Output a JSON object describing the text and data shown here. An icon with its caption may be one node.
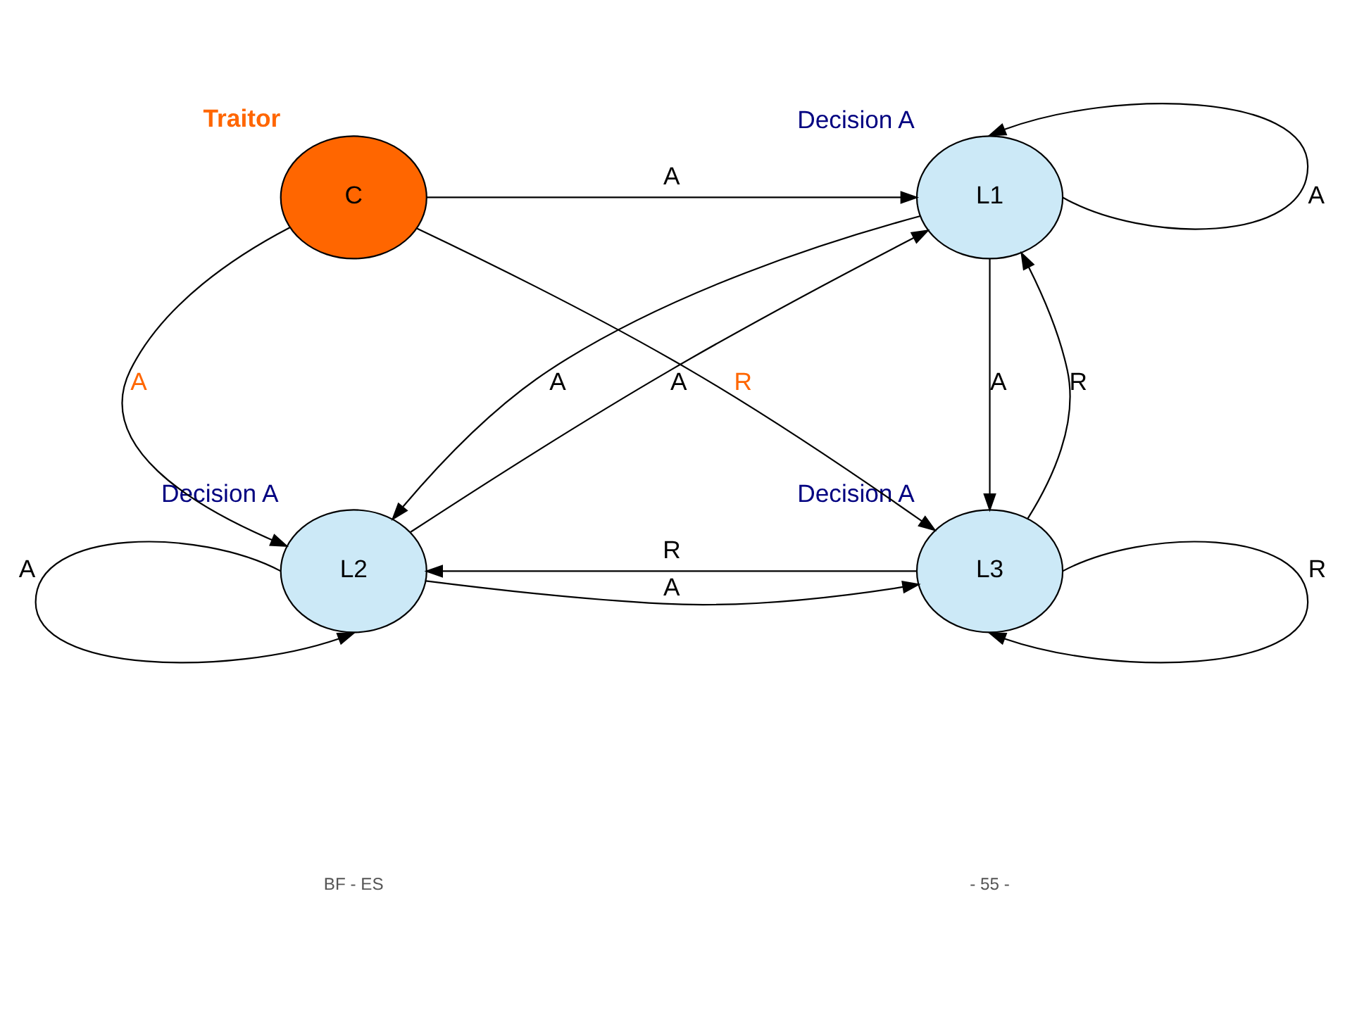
{
  "diagram": {
    "nodes": [
      {
        "text": [
          "C"
        ],
        "beside": [
          "Traitor"
        ]
      },
      {
        "text": [
          "L1"
        ],
        "beside": [
          "Decision A"
        ]
      },
      {
        "text": [
          "L2"
        ],
        "beside": [
          "Decision A"
        ]
      },
      {
        "text": [
          "L3"
        ],
        "beside": [
          "Decision A"
        ]
      }
    ],
    "edges": [
      {
        "from": 0,
        "to": 1,
        "arrow": "to",
        "label": "A"
      },
      {
        "from": 0,
        "to": 3,
        "arrow": "to",
        "label": "R"
      },
      {
        "from": 0,
        "to": 2,
        "arrow": "to",
        "label": "A"
      },
      {
        "from": 1,
        "to": 1,
        "arrow": "to",
        "label": "A"
      },
      {
        "from": 2,
        "to": 1,
        "arrow": "to",
        "label": "A"
      },
      {
        "from": 1,
        "to": 2,
        "arrow": "to",
        "label": "A"
      },
      {
        "from": 1,
        "to": 3,
        "arrow": "to",
        "label": "A"
      },
      {
        "from": 3,
        "to": 1,
        "arrow": "to",
        "label": "R"
      },
      {
        "from": 3,
        "to": 3,
        "arrow": "to",
        "label": "R"
      },
      {
        "from": 2,
        "to": 2,
        "arrow": "to",
        "label": "A"
      },
      {
        "from": 2,
        "to": 3,
        "arrow": "to",
        "label": "A"
      },
      {
        "from": 3,
        "to": 2,
        "arrow": "to",
        "label": "R"
      }
    ],
    "labels": [
      "BF - ES",
      "- 55 -"
    ]
  }
}
